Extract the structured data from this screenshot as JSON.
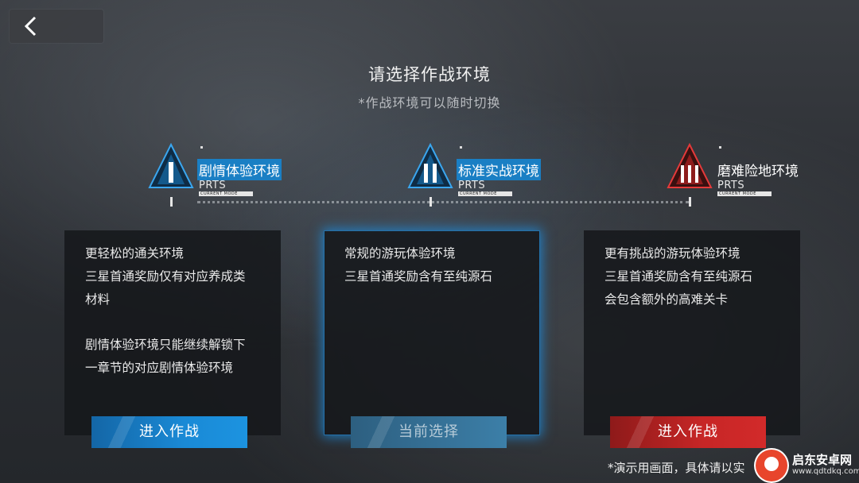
{
  "header": {
    "title": "请选择作战环境",
    "subtitle": "*作战环境可以随时切换"
  },
  "modes": [
    {
      "numeral": "I",
      "name": "剧情体验环境",
      "prts": "PRTS",
      "tag": "CURRENT MODE",
      "accent": "#1a7fc4",
      "lines": [
        "更轻松的通关环境",
        "三星首通奖励仅有对应养成类",
        "材料",
        "",
        "剧情体验环境只能继续解锁下",
        "一章节的对应剧情体验环境"
      ],
      "button": "进入作战"
    },
    {
      "numeral": "II",
      "name": "标准实战环境",
      "prts": "PRTS",
      "tag": "CURRENT MODE",
      "accent": "#1a7fc4",
      "lines": [
        "常规的游玩体验环境",
        "三星首通奖励含有至纯源石"
      ],
      "button": "当前选择"
    },
    {
      "numeral": "III",
      "name": "磨难险地环境",
      "prts": "PRTS",
      "tag": "CURRENT MODE",
      "accent": "#c72626",
      "lines": [
        "更有挑战的游玩体验环境",
        "三星首通奖励含有至纯源石",
        "会包含额外的高难关卡"
      ],
      "button": "进入作战"
    }
  ],
  "footnote": "*演示用画面，具体请以实",
  "watermark": {
    "name": "启东安卓网",
    "url": "www.qdtdkq.com"
  },
  "icons": {
    "back": "chevron-left-icon"
  }
}
